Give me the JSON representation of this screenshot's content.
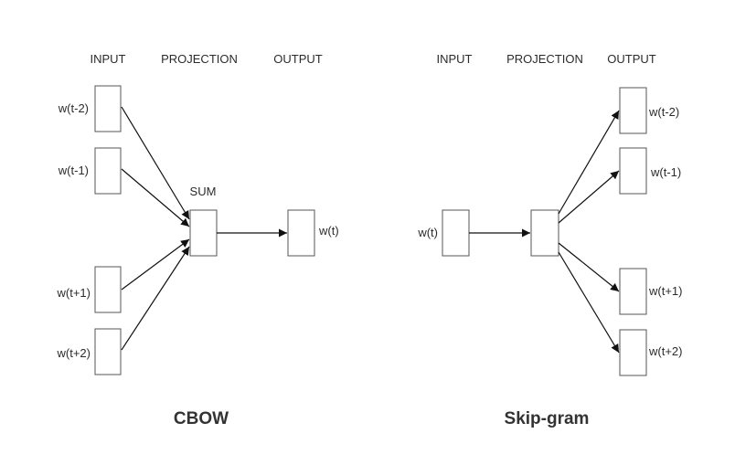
{
  "cbow": {
    "title": "CBOW",
    "headers": {
      "input": "INPUT",
      "projection": "PROJECTION",
      "output": "OUTPUT"
    },
    "inputs": [
      "w(t-2)",
      "w(t-1)",
      "w(t+1)",
      "w(t+2)"
    ],
    "projection_label": "SUM",
    "output": "w(t)"
  },
  "skipgram": {
    "title": "Skip-gram",
    "headers": {
      "input": "INPUT",
      "projection": "PROJECTION",
      "output": "OUTPUT"
    },
    "input": "w(t)",
    "outputs": [
      "w(t-2)",
      "w(t-1)",
      "w(t+1)",
      "w(t+2)"
    ]
  }
}
